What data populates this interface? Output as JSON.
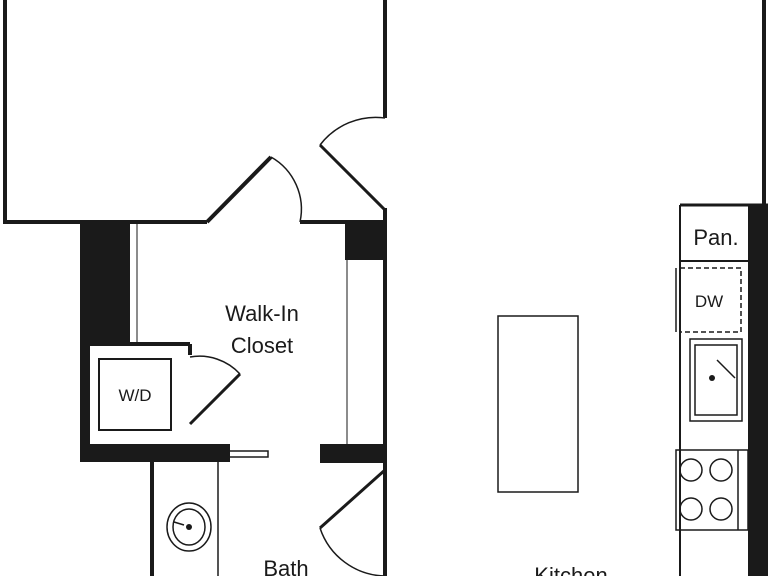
{
  "rooms": {
    "walk_in_closet": [
      "Walk-In",
      "Closet"
    ],
    "bath": "Bath",
    "kitchen": "Kitchen"
  },
  "fixtures": {
    "washer_dryer": "W/D",
    "pantry": "Pan.",
    "dishwasher": "DW"
  },
  "colors": {
    "wall": "#1a1a1a",
    "background": "#ffffff"
  }
}
